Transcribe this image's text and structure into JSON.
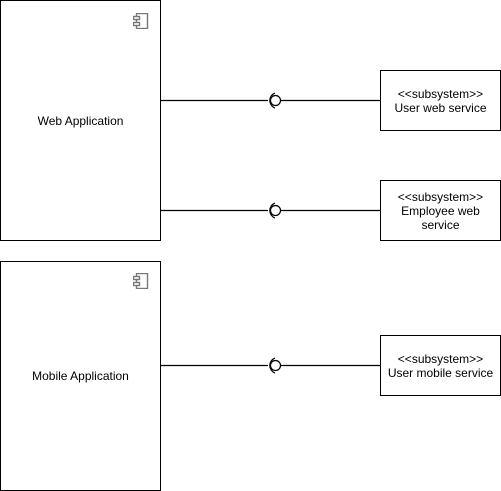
{
  "components": [
    {
      "id": "web-app",
      "label": "Web Application"
    },
    {
      "id": "mobile-app",
      "label": "Mobile Application"
    }
  ],
  "subsystems": [
    {
      "id": "user-web-service",
      "stereotype": "<<subsystem>>",
      "name": "User web service"
    },
    {
      "id": "employee-web-service",
      "stereotype": "<<subsystem>>",
      "name": "Employee web service"
    },
    {
      "id": "user-mobile-service",
      "stereotype": "<<subsystem>>",
      "name": "User mobile service"
    }
  ],
  "connections": [
    {
      "from": "web-app",
      "to": "user-web-service",
      "style": "lollipop-socket"
    },
    {
      "from": "web-app",
      "to": "employee-web-service",
      "style": "lollipop-socket"
    },
    {
      "from": "mobile-app",
      "to": "user-mobile-service",
      "style": "lollipop-socket"
    }
  ],
  "colors": {
    "line": "#000000",
    "fill": "#ffffff",
    "icon": "#777777"
  }
}
